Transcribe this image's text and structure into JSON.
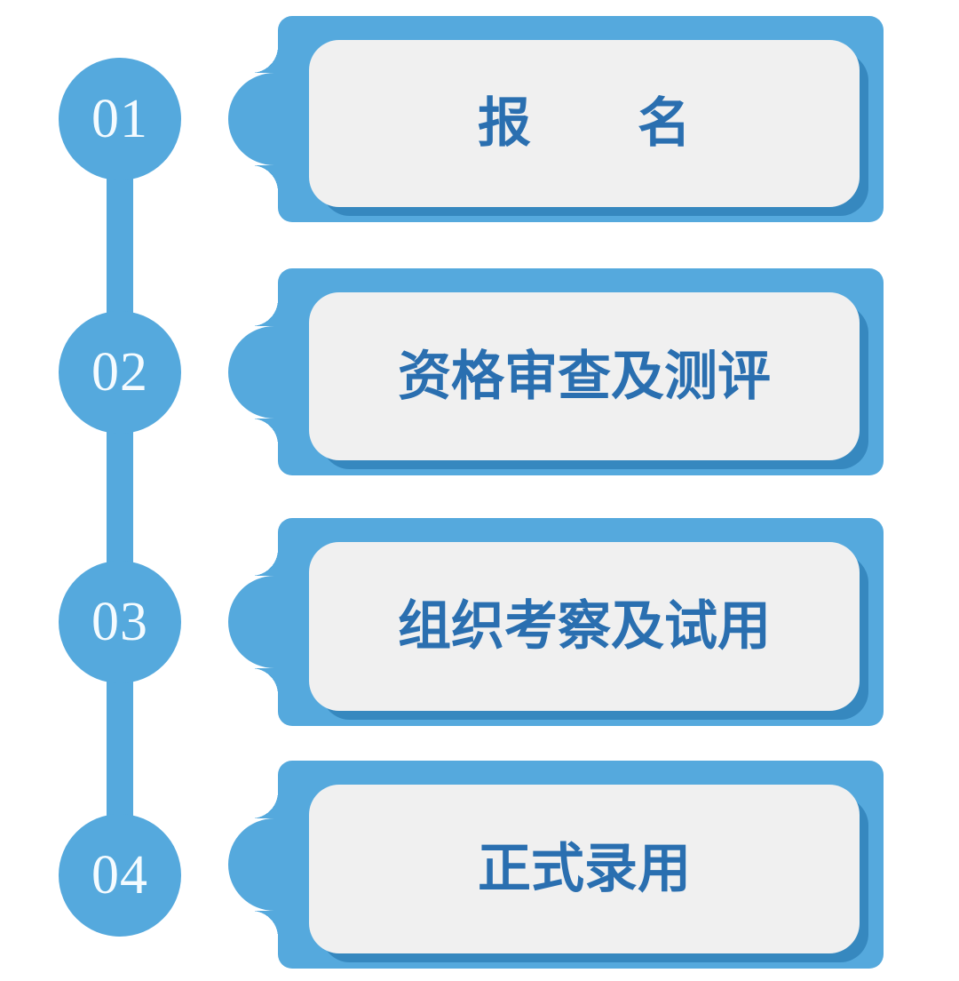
{
  "graphic": {
    "kind": "vertical-step-flow",
    "title_text_color": "#2a6fb0",
    "accent_color": "#55a9dd",
    "panel_color": "#f0f0f0",
    "number_color": "#f4fbff",
    "shadow_color": "#1e6ea5",
    "background_color": "#ffffff",
    "step_count": 4
  },
  "steps": [
    {
      "number": "01",
      "label": "报　名"
    },
    {
      "number": "02",
      "label": "资格审查及测评"
    },
    {
      "number": "03",
      "label": "组织考察及试用"
    },
    {
      "number": "04",
      "label": "正式录用"
    }
  ]
}
